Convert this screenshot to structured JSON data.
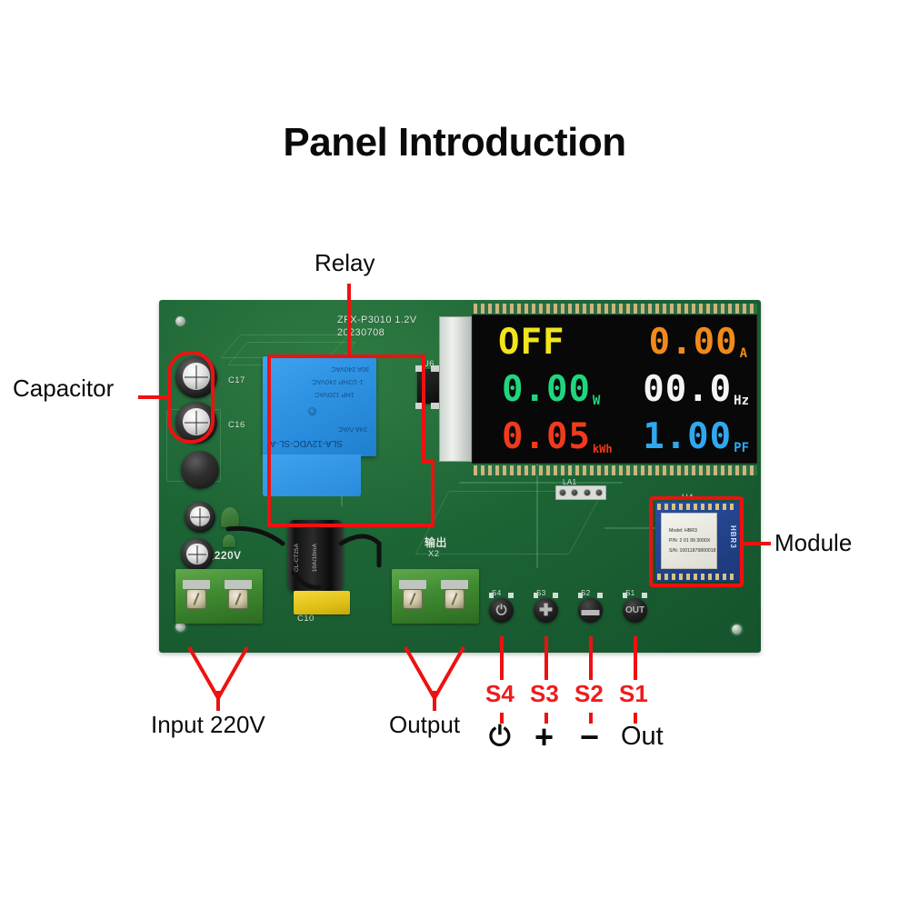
{
  "page": {
    "title": "Panel Introduction",
    "background": "#ffffff"
  },
  "colors": {
    "annotation_red": "#ee1111",
    "label_black": "#0b0b0b",
    "pcb_green": "#1d6435",
    "relay_blue": "#2f93e4",
    "module_blue": "#2b4f9e",
    "terminal_green": "#3f8a31",
    "ycap_yellow": "#e0bf16",
    "lcd_background": "#080808"
  },
  "callouts": [
    {
      "id": "relay",
      "label": "Relay",
      "color": "#0b0b0b"
    },
    {
      "id": "capacitor",
      "label": "Capacitor",
      "color": "#0b0b0b"
    },
    {
      "id": "module",
      "label": "Module",
      "color": "#0b0b0b"
    },
    {
      "id": "input",
      "label": "Input 220V",
      "color": "#0b0b0b"
    },
    {
      "id": "output",
      "label": "Output",
      "color": "#0b0b0b"
    }
  ],
  "buttons": [
    {
      "name": "S4",
      "label": "S4",
      "function_symbol": "⏻",
      "function": "power",
      "silk": "S4"
    },
    {
      "name": "S3",
      "label": "S3",
      "function_symbol": "+",
      "function": "plus",
      "silk": "S3"
    },
    {
      "name": "S2",
      "label": "S2",
      "function_symbol": "−",
      "function": "minus",
      "silk": "S2"
    },
    {
      "name": "S1",
      "label": "S1",
      "function_symbol": "Out",
      "function": "out",
      "silk": "S1"
    }
  ],
  "lcd": {
    "rows": [
      {
        "left": {
          "value": "OFF",
          "unit": "",
          "color": "#f2e41c"
        },
        "right": {
          "value": "0.00",
          "unit": "A",
          "color": "#f08a1c"
        }
      },
      {
        "left": {
          "value": "0.00",
          "unit": "W",
          "color": "#1fd67e"
        },
        "right": {
          "value": "00.0",
          "unit": "Hz",
          "color": "#f4f4f4"
        }
      },
      {
        "left": {
          "value": "0.05",
          "unit": "kWh",
          "color": "#f03a1c"
        },
        "right": {
          "value": "1.00",
          "unit": "PF",
          "color": "#2fa8ef"
        }
      }
    ]
  },
  "pcb_silkscreen": {
    "board_model": "ZFX-P3010   1.2V",
    "board_date": "20230708",
    "cap_c17": "C17",
    "cap_c16": "C16",
    "input_marking": "输入220V",
    "output_marking": "输出",
    "output_ref": "X2",
    "cap_c10": "C10",
    "ref_u4_module": "U4",
    "ref_u6": "U6",
    "ref_la1": "LA1"
  },
  "components": {
    "relay": {
      "part": "SLA-12VDC-SL-A",
      "rating_1": "30A 240VAC",
      "rating_2": "1-1/2HP 240VAC",
      "rating_3": "1HP 120VAC",
      "rating_4": "24A  /VAC"
    },
    "module": {
      "model_line": "Model: HBR3",
      "pn_line": "P/N: 2 01 99 3000X",
      "sn_line": "S/N: 10011879800018",
      "side_label": "HBR3"
    },
    "current_transformer": {
      "part": "CL-CT25A",
      "ratio": "10A/10mA"
    }
  }
}
